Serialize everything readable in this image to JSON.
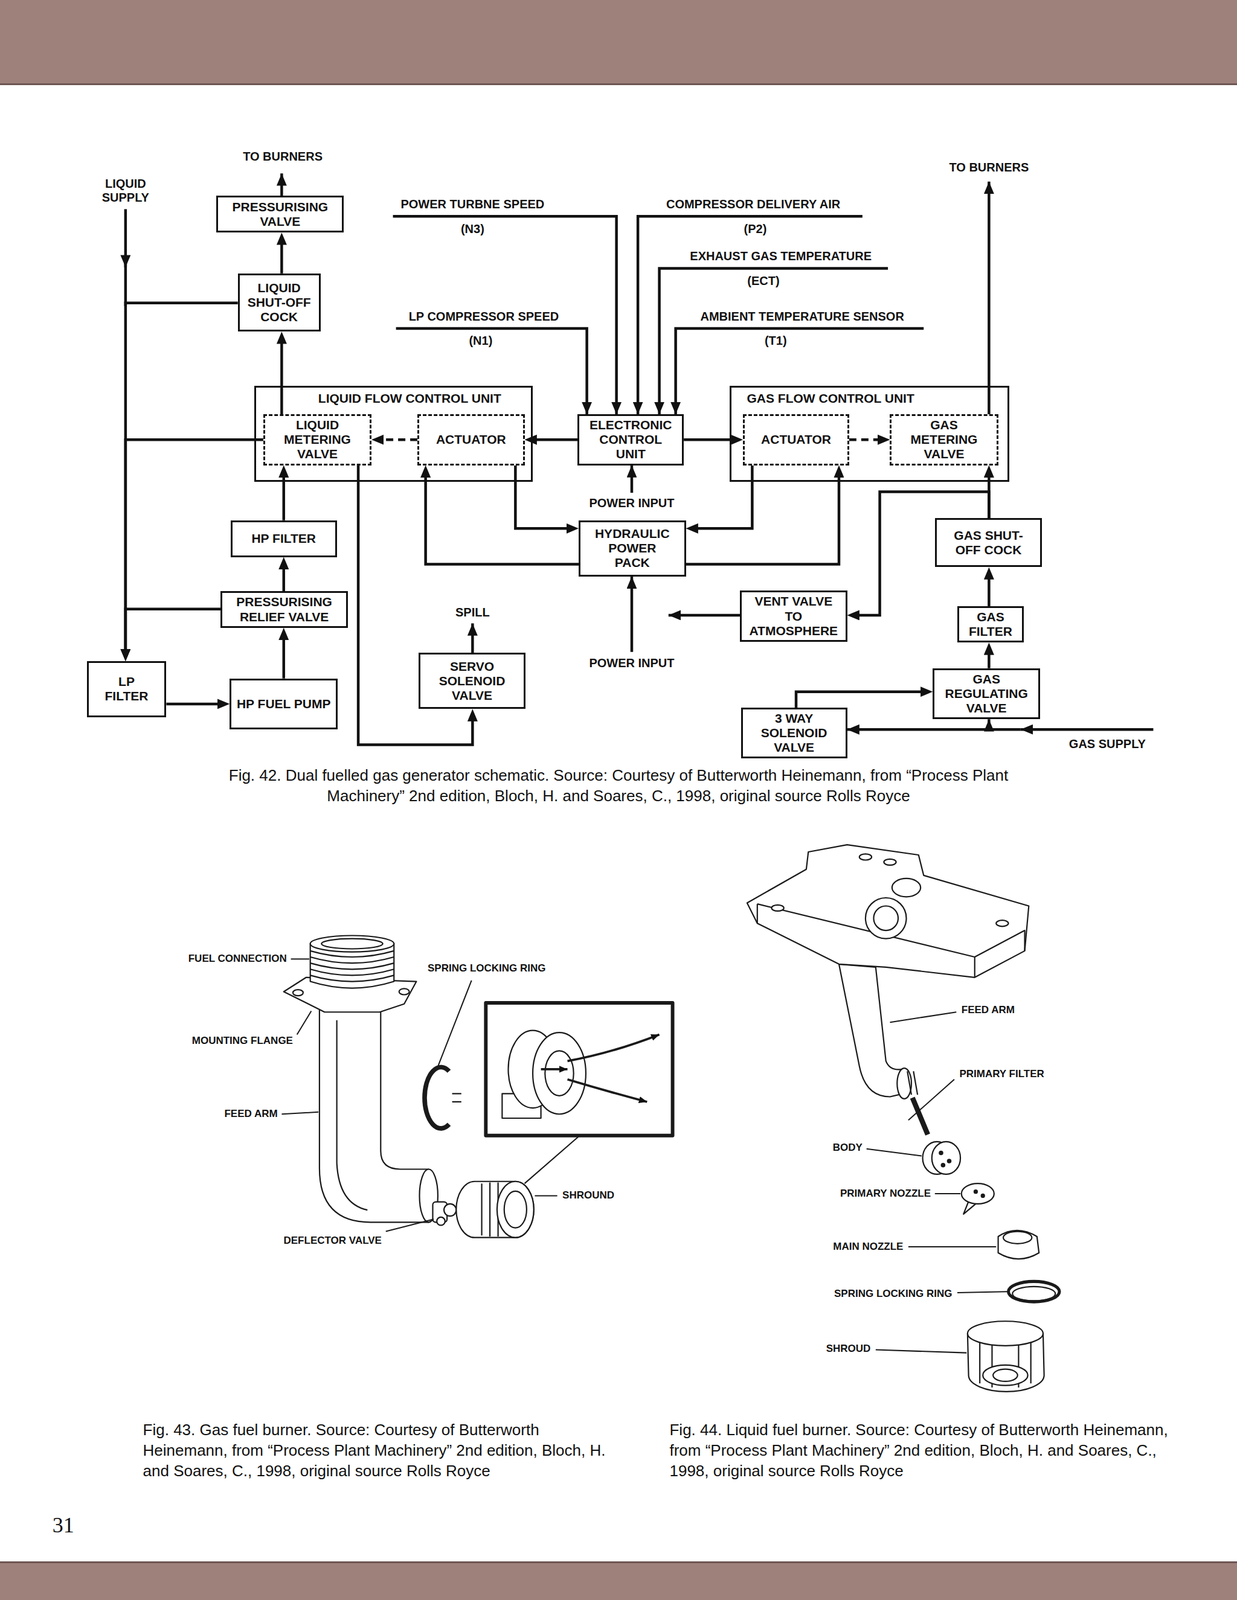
{
  "diagram": {
    "caption": "Fig. 42. Dual fuelled gas generator schematic. Source: Courtesy of Butterworth Heinemann, from “Process Plant Machinery” 2nd edition, Bloch, H. and Soares, C., 1998, original source Rolls Royce",
    "nodes": [
      {
        "text": [
          "PRESSURISING VALVE"
        ]
      },
      {
        "text": [
          "LIQUID SHUT-OFF COCK"
        ]
      },
      {
        "text": [
          "LIQUID FLOW CONTROL UNIT"
        ]
      },
      {
        "text": [
          "LIQUID METERING VALVE"
        ],
        "in": 2
      },
      {
        "text": [
          "ACTUATOR"
        ],
        "in": 2
      },
      {
        "text": [
          "ELECTRONIC CONTROL UNIT"
        ]
      },
      {
        "text": [
          "GAS FLOW CONTROL UNIT"
        ]
      },
      {
        "text": [
          "ACTUATOR"
        ],
        "in": 6
      },
      {
        "text": [
          "GAS METERING VALVE"
        ],
        "in": 6
      },
      {
        "text": [
          "HP FILTER"
        ]
      },
      {
        "text": [
          "HYDRAULIC POWER PACK"
        ]
      },
      {
        "text": [
          "GAS SHUT-OFF COCK"
        ]
      },
      {
        "text": [
          "PRESSURISING RELIEF VALVE"
        ]
      },
      {
        "text": [
          "VENT VALVE TO ATMOSPHERE"
        ]
      },
      {
        "text": [
          "GAS FILTER"
        ]
      },
      {
        "text": [
          "SERVO SOLENOID VALVE"
        ]
      },
      {
        "text": [
          "LP FILTER"
        ]
      },
      {
        "text": [
          "HP FUEL PUMP"
        ]
      },
      {
        "text": [
          "GAS REGULATING VALVE"
        ]
      },
      {
        "text": [
          "3 WAY SOLENOID VALVE"
        ]
      }
    ],
    "edges": [
      {
        "from": 16,
        "to": 17,
        "arrow": "to"
      },
      {
        "from": 17,
        "to": 12,
        "arrow": "to"
      },
      {
        "from": 12,
        "to": 9,
        "arrow": "to"
      },
      {
        "from": 9,
        "to": 3,
        "arrow": "to"
      },
      {
        "from": 3,
        "to": 1,
        "arrow": "to"
      },
      {
        "from": 1,
        "to": 0,
        "arrow": "to"
      },
      {
        "from": 1,
        "to": 16,
        "arrow": "to"
      },
      {
        "from": 3,
        "to": 16,
        "arrow": "to"
      },
      {
        "from": 12,
        "to": 16,
        "arrow": "to"
      },
      {
        "from": 3,
        "to": 15,
        "arrow": "to"
      },
      {
        "from": 4,
        "to": 3,
        "arrow": "to"
      },
      {
        "from": 5,
        "to": 4,
        "arrow": "to"
      },
      {
        "from": 5,
        "to": 7,
        "arrow": "to"
      },
      {
        "from": 7,
        "to": 8,
        "arrow": "to"
      },
      {
        "from": 10,
        "to": 4,
        "arrow": "to"
      },
      {
        "from": 4,
        "to": 10,
        "arrow": "to"
      },
      {
        "from": 10,
        "to": 7,
        "arrow": "to"
      },
      {
        "from": 7,
        "to": 10,
        "arrow": "to"
      },
      {
        "from": 19,
        "to": 18,
        "arrow": "to"
      },
      {
        "from": 18,
        "to": 14,
        "arrow": "to"
      },
      {
        "from": 14,
        "to": 11,
        "arrow": "to"
      },
      {
        "from": 11,
        "to": 8,
        "arrow": "to"
      },
      {
        "from": 11,
        "to": 13,
        "arrow": "to"
      }
    ],
    "labels": [
      "TO BURNERS",
      "LIQUID SUPPLY",
      "POWER TURBNE SPEED",
      "(N3)",
      "COMPRESSOR DELIVERY AIR",
      "(P2)",
      "TO BURNERS",
      "EXHAUST GAS TEMPERATURE",
      "(ECT)",
      "LP COMPRESSOR SPEED",
      "(N1)",
      "AMBIENT TEMPERATURE SENSOR",
      "(T1)",
      "POWER INPUT",
      "SPILL",
      "POWER INPUT",
      "GAS SUPPLY",
      "FUEL CONNECTION",
      "SPRING LOCKING RING",
      "MOUNTING FLANGE",
      "FEED ARM",
      "SHROUND",
      "DEFLECTOR VALVE",
      "FEED ARM",
      "PRIMARY FILTER",
      "BODY",
      "PRIMARY NOZZLE",
      "MAIN NOZZLE",
      "SPRING LOCKING RING",
      "SHROUD",
      "Fig. 43. Gas fuel burner. Source: Courtesy of Butterworth Heinemann, from “Process Plant Machinery” 2nd edition, Bloch, H. and Soares, C., 1998, original source Rolls Royce",
      "Fig. 44. Liquid fuel burner. Source: Courtesy of Butterworth Heinemann, from “Process Plant Machinery” 2nd edition, Bloch, H. and Soares, C., 1998, original source Rolls Royce",
      "31"
    ]
  }
}
